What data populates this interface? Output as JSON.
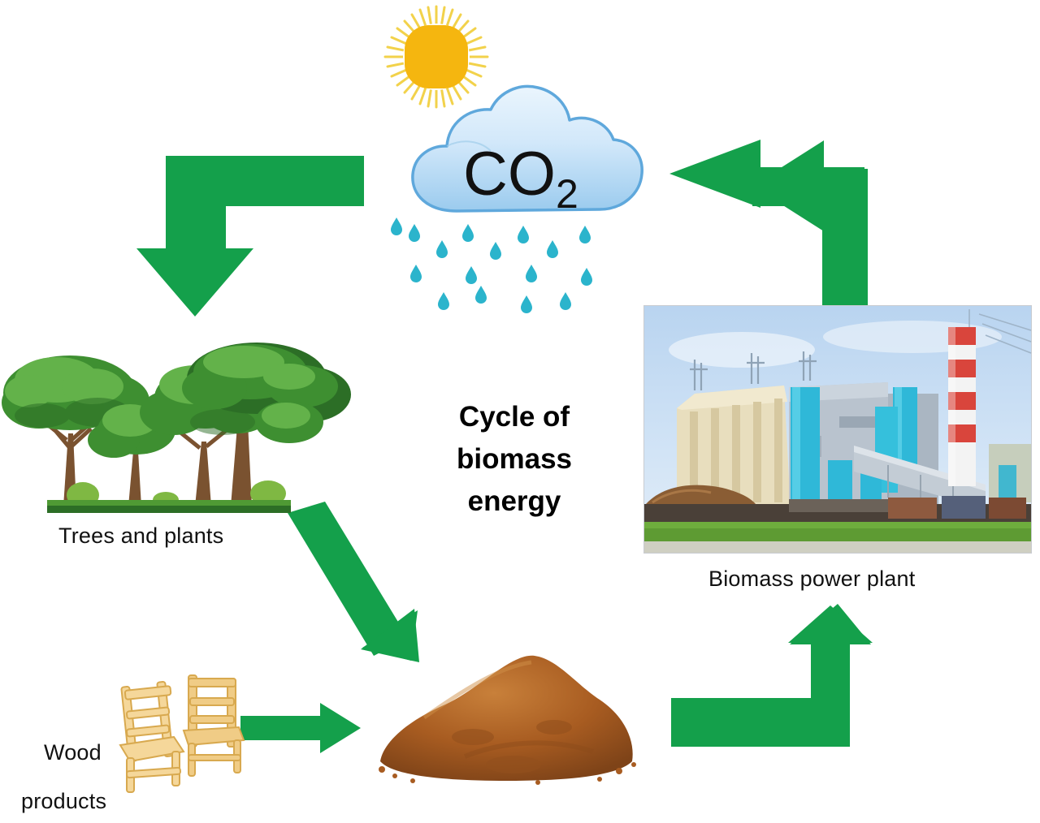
{
  "diagram": {
    "title": "Cycle of biomass energy",
    "title_lines": [
      "Cycle of",
      "biomass",
      "energy"
    ],
    "background_color": "#ffffff"
  },
  "colors": {
    "arrow_green": "#14A04B",
    "cloud_blue_light": "#E3F1FC",
    "cloud_blue_mid": "#BEDCF5",
    "cloud_blue_deep": "#8FC3EC",
    "cloud_outline": "#5FA8DC",
    "sun_disc": "#F5B60F",
    "sun_rays": "#F2D24B",
    "raindrop": "#2BB4CC",
    "tree_green_dark": "#2C6E26",
    "tree_green_mid": "#3E8F31",
    "tree_green_light": "#63B24A",
    "trunk_brown": "#7A5230",
    "sawdust_brown": "#A85C21",
    "sawdust_light": "#C8803A",
    "wood_chair": "#F2C97A",
    "plant_sky": "#C6DCF2",
    "plant_cyan": "#2FB8D8",
    "plant_cream": "#E8DEBE",
    "plant_grass": "#5E9B33",
    "chimney_red": "#D9453C",
    "text_dark": "#111111"
  },
  "nodes": [
    {
      "id": "sun",
      "icon": "sun-icon",
      "label": ""
    },
    {
      "id": "co2_cloud",
      "icon": "co2-cloud-icon",
      "label": "CO",
      "subscript": "2"
    },
    {
      "id": "rain",
      "icon": "raindrops-icon",
      "label": ""
    },
    {
      "id": "trees",
      "icon": "trees-icon",
      "label": "Trees and plants"
    },
    {
      "id": "wood_products",
      "icon": "wooden-chairs-icon",
      "label": "Wood products",
      "label_lines": [
        "Wood",
        "products"
      ]
    },
    {
      "id": "sawdust",
      "icon": "sawdust-pile-icon",
      "label": ""
    },
    {
      "id": "power_plant",
      "icon": "biomass-power-plant-photo",
      "label": "Biomass power plant"
    }
  ],
  "arrows": [
    {
      "id": "co2-to-trees",
      "shape": "elbow-left-down",
      "from": "co2_cloud",
      "to": "trees",
      "color": "#14A04B"
    },
    {
      "id": "plant-to-co2",
      "shape": "elbow-up-left",
      "from": "power_plant",
      "to": "co2_cloud",
      "color": "#14A04B"
    },
    {
      "id": "trees-to-sawdust",
      "shape": "diagonal-down-right",
      "from": "trees",
      "to": "sawdust",
      "color": "#14A04B"
    },
    {
      "id": "wood-to-sawdust",
      "shape": "straight-right",
      "from": "wood_products",
      "to": "sawdust",
      "color": "#14A04B"
    },
    {
      "id": "sawdust-to-plant",
      "shape": "elbow-right-up",
      "from": "sawdust",
      "to": "power_plant",
      "color": "#14A04B"
    }
  ],
  "chart_data": {
    "type": "diagram",
    "title": "Cycle of biomass energy",
    "nodes": [
      "Sun",
      "CO2 cloud",
      "Rain",
      "Trees and plants",
      "Wood products",
      "Sawdust / biomass fuel",
      "Biomass power plant"
    ],
    "edges": [
      {
        "from": "CO2 cloud",
        "to": "Trees and plants"
      },
      {
        "from": "Trees and plants",
        "to": "Sawdust / biomass fuel"
      },
      {
        "from": "Wood products",
        "to": "Sawdust / biomass fuel"
      },
      {
        "from": "Sawdust / biomass fuel",
        "to": "Biomass power plant"
      },
      {
        "from": "Biomass power plant",
        "to": "CO2 cloud"
      }
    ]
  }
}
